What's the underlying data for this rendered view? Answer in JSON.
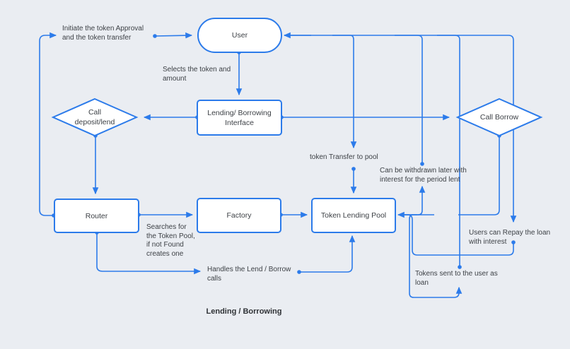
{
  "diagram": {
    "title": "Lending / Borrowing",
    "nodes": {
      "user": "User",
      "interface": "Lending/ Borrowing\nInterface",
      "call_deposit": "Call\ndeposit/lend",
      "call_borrow": "Call Borrow",
      "router": "Router",
      "factory": "Factory",
      "pool": "Token Lending Pool"
    },
    "edge_labels": {
      "initiate": "Initiate the token Approval\nand the token transfer",
      "selects": "Selects the token and\namount",
      "token_transfer": "token Transfer to pool",
      "withdrawn": "Can be withdrawn later with\ninterest for the period lent",
      "searches": "Searches for\nthe Token Pool,\nif not Found\ncreates one",
      "handles": "Handles the Lend / Borrow\ncalls",
      "repay": "Users can Repay the loan\nwith interest",
      "tokens_sent": "Tokens sent to the user as\nloan"
    },
    "colors": {
      "line": "#2c7bea",
      "node_fill": "#ffffff",
      "background": "#eaedf2",
      "text": "#3d4146"
    }
  }
}
